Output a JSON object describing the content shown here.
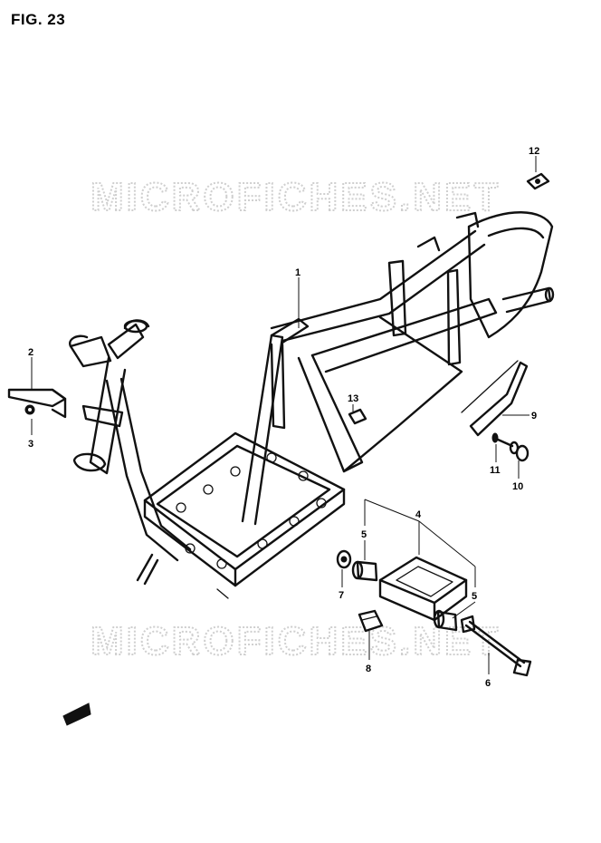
{
  "figure": {
    "title": "FIG. 23"
  },
  "watermark": {
    "text": "MICROFICHES.NET"
  },
  "callouts": [
    {
      "id": "1",
      "label": "1"
    },
    {
      "id": "2",
      "label": "2"
    },
    {
      "id": "3",
      "label": "3"
    },
    {
      "id": "4",
      "label": "4"
    },
    {
      "id": "5a",
      "label": "5"
    },
    {
      "id": "5b",
      "label": "5"
    },
    {
      "id": "6",
      "label": "6"
    },
    {
      "id": "7",
      "label": "7"
    },
    {
      "id": "8",
      "label": "8"
    },
    {
      "id": "9",
      "label": "9"
    },
    {
      "id": "10",
      "label": "10"
    },
    {
      "id": "11",
      "label": "11"
    },
    {
      "id": "12",
      "label": "12"
    },
    {
      "id": "13",
      "label": "13"
    }
  ]
}
